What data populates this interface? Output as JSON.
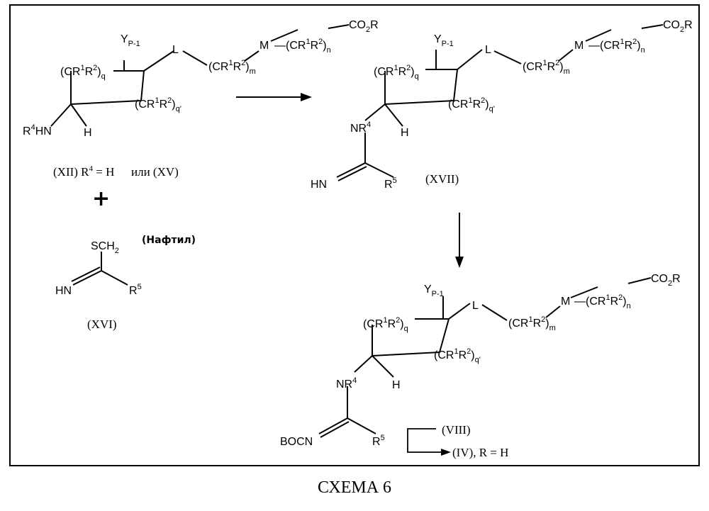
{
  "scheme": {
    "caption": "СХЕМА 6",
    "top_left": {
      "q_group": "(CR1R2)q",
      "y_group": "YP-1",
      "linker_l": "L",
      "m_group": "(CR1R2)m",
      "linker_m": "M",
      "n_group": "(CR1R2)n",
      "ester": "CO2R",
      "q_prime_group": "(CR1R2)q'",
      "amine": "R4HN",
      "hydrogen": "H",
      "compound_label": "(XII) R4 = H",
      "alt_label": "или (XV)"
    },
    "plus": "+",
    "reagent": {
      "thio_group": "SCH2",
      "thio_note": "(Нафтил)",
      "imine": "HN",
      "r5": "R5",
      "label": "(XVI)"
    },
    "top_right": {
      "q_group": "(CR1R2)q",
      "y_group": "YP-1",
      "linker_l": "L",
      "m_group": "(CR1R2)m",
      "linker_m": "M",
      "n_group": "(CR1R2)n",
      "ester": "CO2R",
      "q_prime_group": "(CR1R2)q'",
      "nitrogen": "NR4",
      "hydrogen": "H",
      "imine": "HN",
      "r5": "R5",
      "label": "(XVII)"
    },
    "bottom": {
      "q_group": "(CR1R2)q",
      "y_group": "YP-1",
      "linker_l": "L",
      "m_group": "(CR1R2)m",
      "linker_m": "M",
      "n_group": "(CR1R2)n",
      "ester": "CO2R",
      "q_prime_group": "(CR1R2)q'",
      "nitrogen": "NR4",
      "hydrogen": "H",
      "bocn": "BOCN",
      "r5": "R5",
      "step_reagent": "(VIII)",
      "step_product": "(IV), R = H"
    }
  }
}
